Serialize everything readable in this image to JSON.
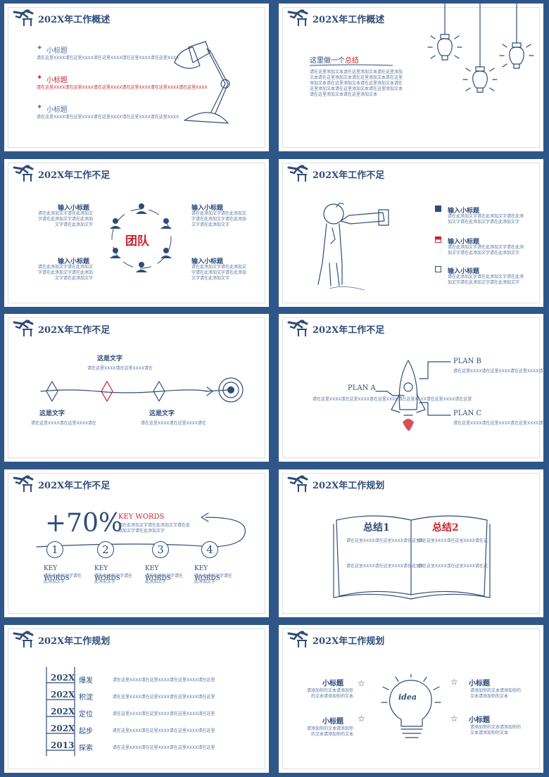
{
  "colors": {
    "brand": "#2f5688",
    "text": "#2f4c78",
    "accent": "#c8252f"
  },
  "slides": [
    {
      "title": "202X年工作概述",
      "items": [
        {
          "heading": "小标题",
          "text": "请在这里XXXX请在这里XXXX请在这里XXXX请在这里XXXX请在这里XXXX"
        },
        {
          "heading": "小标题",
          "text": "请在这里XXXX请在这里XXXX请在这里XXXX请在这里XXXX请在这里XXXX请在这里XXXX"
        },
        {
          "heading": "小标题",
          "text": "请在这里XXXX请在这里XXXX请在这里XXXX请在这里XXXX请在这里XXXX"
        }
      ]
    },
    {
      "title": "202X年工作概述",
      "heading_prefix": "这里做一个",
      "heading_highlight": "总结",
      "body": "请在这里添加文本请在这里添加文本请在这里添加文本请在这里添加文本请在这里添加文本请在这里添加文本请在这里添加文本请在这里添加文本请在这里添加文本请在这里添加文本请在这里添加文本请在这里添加文本请在这里添加文本"
    },
    {
      "title": "202X年工作不足",
      "center": "团队",
      "items": [
        {
          "heading": "输入小标题",
          "text": "请在此添加文字请在此添加文字请在此添加文字请在此添加文字请在此添加文字"
        },
        {
          "heading": "输入小标题",
          "text": "请在此添加文字请在此添加文字请在此添加文字请在此添加文字请在此添加文字"
        },
        {
          "heading": "输入小标题",
          "text": "请在此添加文字请在此添加文字请在此添加文字请在此添加文字请在此添加文字"
        },
        {
          "heading": "输入小标题",
          "text": "请在此添加文字请在此添加文字请在此添加文字请在此添加文字请在此添加文字"
        }
      ]
    },
    {
      "title": "202X年工作不足",
      "items": [
        {
          "heading": "输入小标题",
          "text": "请在此添加文字请在此添加文字请在此添加文字请在此添加文字请在此添加文字"
        },
        {
          "heading": "输入小标题",
          "text": "请在此添加文字请在此添加文字请在此添加文字请在此添加文字请在此添加文字"
        },
        {
          "heading": "输入小标题",
          "text": "请在此添加文字请在此添加文字请在此添加文字请在此添加文字请在此添加文字"
        }
      ]
    },
    {
      "title": "202X年工作不足",
      "items": [
        {
          "heading": "这是文字",
          "text": "请在这里XXXX请在这里XXXX请在"
        },
        {
          "heading": "这是文字",
          "text": "请在这里XXXX请在这里XXXX请在"
        },
        {
          "heading": "这是文字",
          "text": "请在这里XXXX请在这里XXXX请在"
        }
      ]
    },
    {
      "title": "202X年工作不足",
      "plan_a": "PLAN A",
      "plan_b": "PLAN B",
      "plan_c": "PLAN C",
      "text_a": "请在这里XXXX请在这里XXXX请在这里XXXX请在这里XXXX请在这里XXXX请在这里",
      "text_b": "请在这里XXXX请在这里XXXX请在这里XXXX请在这里XXXX",
      "text_c": "请在这里XXXX请在这里XXXX请在这里XXXX请在这里XXXX"
    },
    {
      "title": "202X年工作不足",
      "percent": "+70%",
      "key_words": "KEY WORDS",
      "key_text": "请在此添加文字请在此添加文字请在此添加文字请在此添加文字",
      "steps": [
        {
          "num": "1",
          "label": "KEY WORDS",
          "text": "请在此添加文字请在此添加文字"
        },
        {
          "num": "2",
          "label": "KEY WORDS",
          "text": "请在此添加文字请在此添加文字"
        },
        {
          "num": "3",
          "label": "KEY WORDS",
          "text": "请在此添加文字请在此添加文字"
        },
        {
          "num": "4",
          "label": "KEY WORDS",
          "text": "请在此添加文字请在此添加文字"
        }
      ]
    },
    {
      "title": "202X年工作规划",
      "left_title": "总结1",
      "right_title": "总结2",
      "line_text": "请在这里XXXX请在这里XXXX请在这里XXXX请在这里XXXX请在这里"
    },
    {
      "title": "202X年工作规划",
      "rows": [
        {
          "year": "202X",
          "label": "爆发",
          "text": "请在这里XXXX请在这里XXXX请在这里XXXX请在这里"
        },
        {
          "year": "202X",
          "label": "积淀",
          "text": "请在这里XXXX请在这里XXXX请在这里XXXX请在这里"
        },
        {
          "year": "202X",
          "label": "定位",
          "text": "请在这里XXXX请在这里XXXX请在这里XXXX请在这里"
        },
        {
          "year": "202X",
          "label": "起步",
          "text": "请在这里XXXX请在这里XXXX请在这里XXXX请在这里"
        },
        {
          "year": "2013",
          "label": "探索",
          "text": "请在这里XXXX请在这里XXXX请在这里XXXX请在这里"
        }
      ]
    },
    {
      "title": "202X年工作规划",
      "bulb_word": "idea",
      "items": [
        {
          "heading": "小标题",
          "text": "请添加你的文本请添加你的文本请添加你的文本"
        },
        {
          "heading": "小标题",
          "text": "请添加你的文本请添加你的文本请添加你的文本"
        },
        {
          "heading": "小标题",
          "text": "请添加你的文本请添加你的文本请添加你的文本"
        },
        {
          "heading": "小标题",
          "text": "请添加你的文本请添加你的文本请添加你的文本"
        }
      ]
    }
  ]
}
